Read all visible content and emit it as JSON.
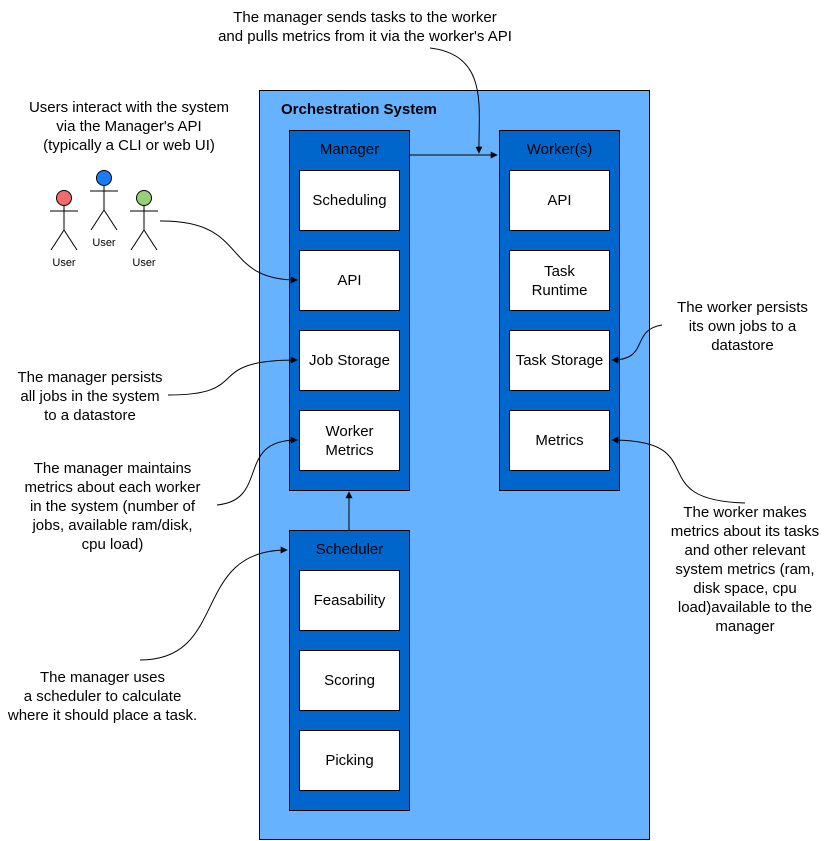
{
  "system": {
    "title": "Orchestration System"
  },
  "manager": {
    "title": "Manager",
    "components": [
      "Scheduling",
      "API",
      "Job Storage",
      "Worker\nMetrics"
    ]
  },
  "worker": {
    "title": "Worker(s)",
    "components": [
      "API",
      "Task\nRuntime",
      "Task Storage",
      "Metrics"
    ]
  },
  "scheduler": {
    "title": "Scheduler",
    "components": [
      "Feasability",
      "Scoring",
      "Picking"
    ]
  },
  "users": {
    "label": "User",
    "colors": [
      "#f16b6b",
      "#1a7cf5",
      "#97d077"
    ]
  },
  "notes": {
    "manager_worker": "The manager sends tasks to the worker\nand pulls metrics from it via the worker's API",
    "users_api": "Users interact with the system\nvia the Manager's API\n(typically a CLI or web UI)",
    "job_storage": "The manager persists\nall jobs in the system\nto a datastore",
    "worker_metrics": "The manager maintains\nmetrics about each worker\nin the system (number of\njobs, available ram/disk,\ncpu load)",
    "scheduler": "The manager uses\na scheduler to calculate\nwhere it should place a task.",
    "task_storage": "The worker persists\nits own jobs to a\ndatastore",
    "metrics": "The worker makes\nmetrics about its tasks\nand other relevant\nsystem metrics (ram,\ndisk space, cpu\nload)available to the\nmanager"
  },
  "colors": {
    "system_fill": "#66b2ff",
    "panel_fill": "#0066cc",
    "box_fill": "#ffffff"
  }
}
